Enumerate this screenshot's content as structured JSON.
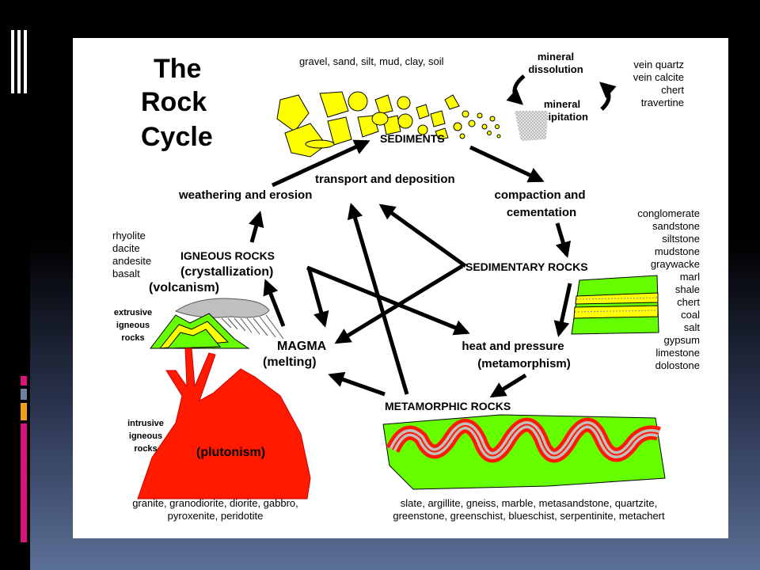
{
  "title_lines": [
    "The",
    "Rock",
    "Cycle"
  ],
  "sediment_types": "gravel, sand, silt, mud, clay, soil",
  "mineral_dissolution_lines": [
    "mineral",
    "dissolution"
  ],
  "mineral_precipitation_lines": [
    "mineral",
    "precipitation"
  ],
  "precipitate_rocks": [
    "vein quartz",
    "vein calcite",
    "chert",
    "travertine"
  ],
  "sediments": "SEDIMENTS",
  "transport": "transport and deposition",
  "weathering": "weathering and erosion",
  "compaction_lines": [
    "compaction and",
    "cementation"
  ],
  "sedimentary_rocks": "SEDIMENTARY ROCKS",
  "sedimentary_examples": [
    "conglomerate",
    "sandstone",
    "siltstone",
    "mudstone",
    "graywacke",
    "marl",
    "shale",
    "chert",
    "coal",
    "salt",
    "gypsum",
    "limestone",
    "dolostone"
  ],
  "igneous_rocks": "IGNEOUS ROCKS",
  "crystallization": "(crystallization)",
  "volcanism": "(volcanism)",
  "volcanic_examples": [
    "rhyolite",
    "dacite",
    "andesite",
    "basalt"
  ],
  "extrusive_lines": [
    "extrusive",
    "igneous",
    "rocks"
  ],
  "magma": "MAGMA",
  "melting": "(melting)",
  "heat_pressure": "heat and pressure",
  "metamorphism": "(metamorphism)",
  "metamorphic_rocks": "METAMORPHIC ROCKS",
  "intrusive_lines": [
    "intrusive",
    "igneous",
    "rocks"
  ],
  "plutonism": "(plutonism)",
  "plutonic_examples_lines": [
    "granite, granodiorite, diorite, gabbro,",
    "pyroxenite, peridotite"
  ],
  "metamorphic_examples_lines": [
    "slate, argillite, gneiss, marble, metasandstone, quartzite,",
    "greenstone, greenschist, blueschist, serpentinite, metachert"
  ],
  "colors": {
    "sediment_yellow": "#ffff00",
    "igneous_red": "#ff1a00",
    "green": "#66ff00",
    "gray": "#bfbfbf",
    "slide_bg": "#ffffff",
    "accent_pink": "#d6157a",
    "accent_orange": "#f0a020"
  }
}
